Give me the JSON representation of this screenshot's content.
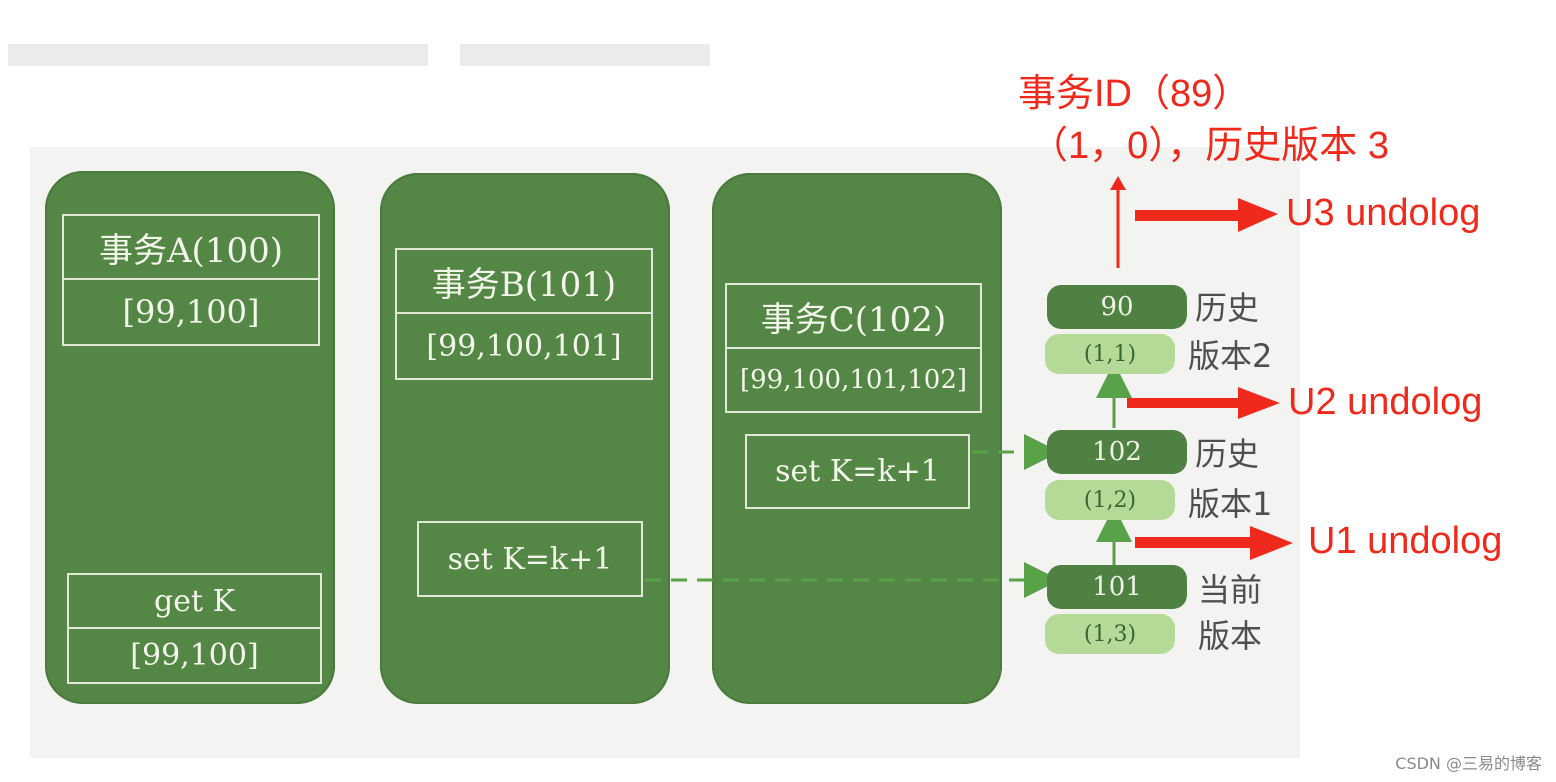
{
  "transactions": [
    {
      "title": "事务A(100)",
      "view": "[99,100]",
      "op": "get K",
      "result": "[99,100]"
    },
    {
      "title": "事务B(101)",
      "view": "[99,100,101]",
      "op": "set K=k+1"
    },
    {
      "title": "事务C(102)",
      "view": "[99,100,101,102]",
      "op": "set K=k+1"
    }
  ],
  "versions": [
    {
      "trx_id": "90",
      "value": "(1,1)",
      "label_line1": "历史",
      "label_line2": "版本2"
    },
    {
      "trx_id": "102",
      "value": "(1,2)",
      "label_line1": "历史",
      "label_line2": "版本1"
    },
    {
      "trx_id": "101",
      "value": "(1,3)",
      "label_line1": "当前",
      "label_line2": "版本"
    }
  ],
  "annotations": {
    "top_line1": "事务ID（89）",
    "top_line2": "（1，0），历史版本 3",
    "u3": "U3 undolog",
    "u2": "U2 undolog",
    "u1": "U1 undolog"
  },
  "colors": {
    "transaction_green": "#548646",
    "version_light_green": "#b5d996",
    "annotation_red": "#ef2a1c"
  },
  "watermark": "CSDN @三易的博客"
}
